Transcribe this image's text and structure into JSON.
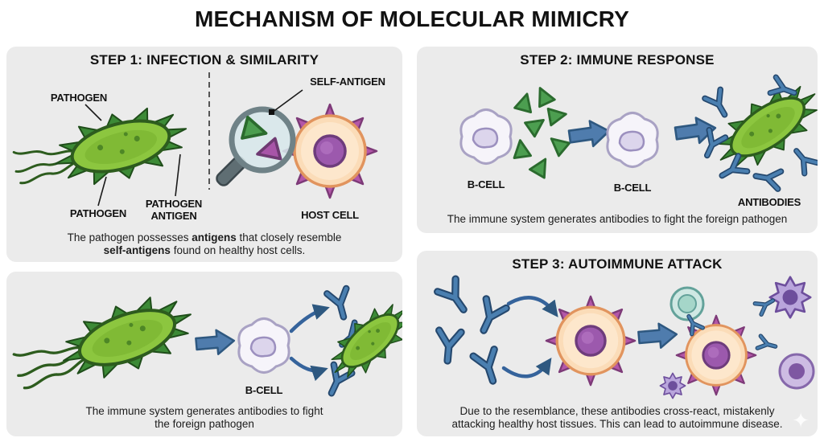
{
  "title": "MECHANISM OF MOLECULAR MIMICRY",
  "step1": {
    "heading": "STEP 1: INFECTION & SIMILARITY",
    "label_pathogen_top": "PATHOGEN",
    "label_pathogen_bottom": "PATHOGEN",
    "label_pathogen_antigen_line1": "PATHOGEN",
    "label_pathogen_antigen_line2": "ANTIGEN",
    "label_self_antigen": "SELF-ANTIGEN",
    "label_host_cell": "HOST CELL",
    "caption_part1": "The pathogen possesses ",
    "caption_bold1": "antigens",
    "caption_part2": " that closely resemble",
    "caption_bold2": "self-antigens",
    "caption_part3": " found on healthy host cells."
  },
  "step2": {
    "heading": "STEP 2: IMMUNE RESPONSE",
    "label_bcell_left": "B-CELL",
    "label_bcell_right": "B-CELL",
    "label_antibodies": "ANTIBODIES",
    "caption": "The immune system generates antibodies to fight the foreign pathogen"
  },
  "antibody_production": {
    "label_bcell": "B-CELL",
    "caption_line1": "The immune system generates antibodies to fight",
    "caption_line2": "the foreign pathogen"
  },
  "step3": {
    "heading": "STEP 3: AUTOIMMUNE ATTACK",
    "caption_line1": "Due to the resemblance, these antibodies cross-react, mistakenly",
    "caption_line2": "attacking healthy host tissues. This can lead to autoimmune disease."
  },
  "watermark": "✦",
  "colors": {
    "pathogen_green": "#8cc63f",
    "pathogen_outline": "#2d5c1e",
    "antigen_green": "#4c9e50",
    "antibody_blue": "#4a7fb0",
    "arrow_blue": "#4f7cad",
    "host_cell_peach": "#fbdcb8",
    "nucleus_purple": "#9c59ad",
    "self_antigen_purple": "#b356a8",
    "panel_background": "#ebebeb"
  }
}
